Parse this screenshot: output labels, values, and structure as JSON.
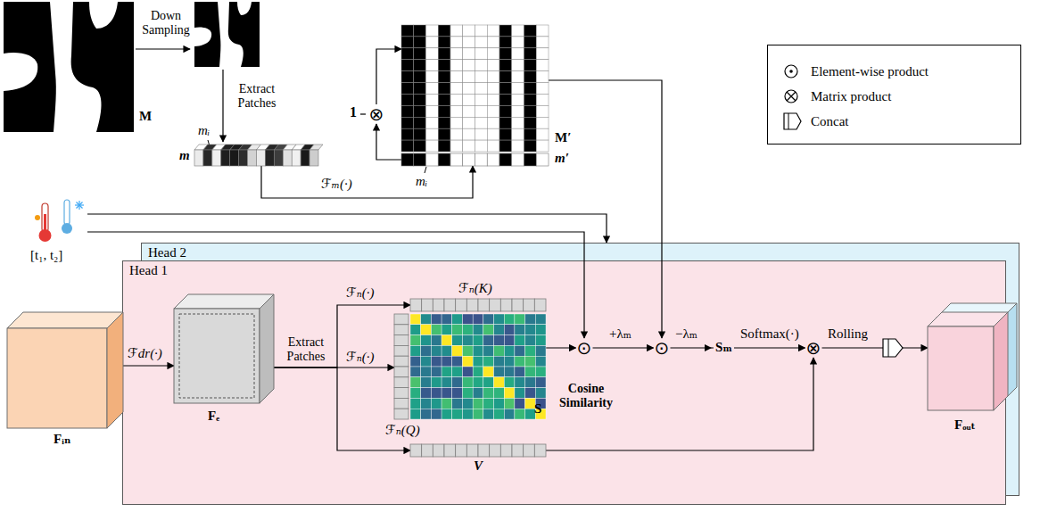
{
  "diagram": {
    "nodes": [
      {
        "text": [
          "M"
        ]
      },
      {
        "text": [
          "m"
        ]
      },
      {
        "text": [
          "⊗"
        ]
      },
      {
        "text": [
          "M′"
        ]
      },
      {
        "text": [
          "m′"
        ]
      },
      {
        "text": [
          "[t₁, t₂]"
        ]
      },
      {
        "text": [
          "Head 2"
        ]
      },
      {
        "text": [
          "Head 1"
        ]
      },
      {
        "text": [
          "Fᵢₙ"
        ]
      },
      {
        "text": [
          "Fₑ"
        ],
        "in": 7
      },
      {
        "text": [
          "ℱₙ(K)"
        ],
        "in": 7
      },
      {
        "text": [
          "ℱₙ(Q)"
        ],
        "in": 7
      },
      {
        "text": [
          "S",
          "Cosine Similarity"
        ],
        "in": 7
      },
      {
        "text": [
          "V"
        ],
        "in": 7
      },
      {
        "text": [
          "⊙"
        ],
        "in": 7
      },
      {
        "text": [
          "⊙"
        ],
        "in": 7
      },
      {
        "text": [
          "⊗"
        ],
        "in": 7
      },
      {
        "text": [
          "Fₒᵤₜ"
        ]
      }
    ],
    "edges": [
      {
        "from": 1,
        "to": 4,
        "label": "ℱₘ(·)",
        "arrow": "to"
      },
      {
        "from": 4,
        "to": 2,
        "arrow": "to"
      },
      {
        "from": 2,
        "to": 3,
        "arrow": "to"
      },
      {
        "from": 3,
        "to": 15,
        "arrow": "to"
      },
      {
        "from": 5,
        "to": 6,
        "arrow": "to"
      },
      {
        "from": 5,
        "to": 14,
        "arrow": "to"
      },
      {
        "from": 8,
        "to": 9,
        "label": "ℱdr(·)",
        "arrow": "to"
      },
      {
        "from": 9,
        "to": 10,
        "label": "ℱₙ(·)",
        "arrow": "to"
      },
      {
        "from": 9,
        "to": 11,
        "label": "ℱₙ(·)",
        "arrow": "to"
      },
      {
        "from": 9,
        "to": 13,
        "arrow": "to"
      },
      {
        "from": 12,
        "to": 14,
        "arrow": "to"
      },
      {
        "from": 14,
        "to": 15,
        "label": "+λₘ",
        "arrow": "to"
      },
      {
        "from": 15,
        "to": 16,
        "label": "Softmax(·)",
        "arrow": "to"
      },
      {
        "from": 13,
        "to": 16,
        "arrow": "to"
      },
      {
        "from": 16,
        "to": 17,
        "label": "Rolling",
        "arrow": "to"
      }
    ],
    "labels": [
      "Down Sampling",
      "Extract Patches",
      "mᵢ",
      "1",
      "mᵢ",
      "Extract Patches",
      "−λₘ",
      "Sₘ"
    ],
    "legend": [
      {
        "text": "Element-wise product"
      },
      {
        "text": "Matrix product"
      },
      {
        "text": "Concat"
      }
    ]
  }
}
